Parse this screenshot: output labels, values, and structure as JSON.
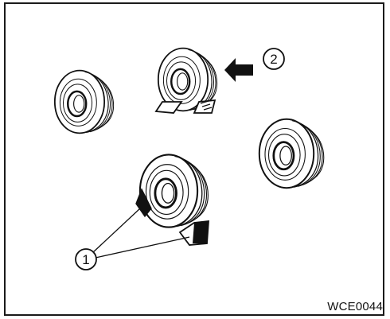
{
  "figure": {
    "code": "WCE0044",
    "callouts": [
      {
        "number": "1"
      },
      {
        "number": "2"
      }
    ],
    "colors": {
      "ink": "#111111",
      "paper": "#ffffff"
    }
  }
}
